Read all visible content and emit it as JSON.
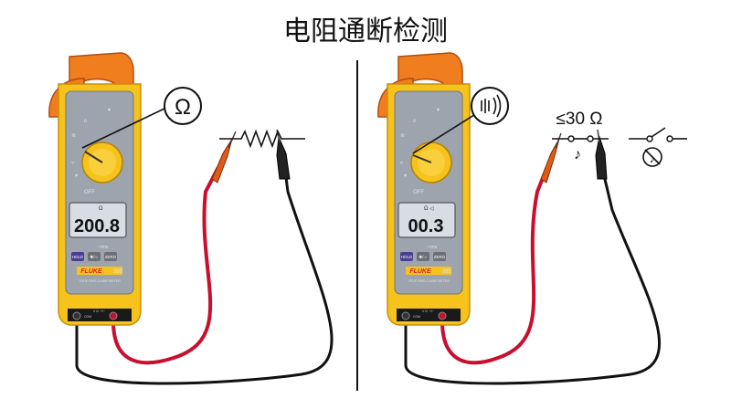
{
  "title": "电阻通断检测",
  "colors": {
    "meter_body": "#f6c31c",
    "meter_edge": "#d79a0a",
    "clamp_jaw": "#f07e1f",
    "panel_gray": "#9ea4ad",
    "lcd_bg": "#d8dde3",
    "button_purple": "#4a3f8f",
    "lead_red": "#c8102e",
    "lead_black": "#111111",
    "brand_red": "#d7262b"
  },
  "panels": [
    {
      "callout_symbol": "Ω",
      "callout_icon": "",
      "display_value": "200.8",
      "lcd_mode": "Ω",
      "component": "resistor",
      "annotation": ""
    },
    {
      "callout_symbol": "",
      "callout_icon": "continuity-beep-icon",
      "display_value": "00.3",
      "lcd_mode": "Ω  ◁",
      "component": "closed-switch-with-beep",
      "annotation": "≤30 Ω"
    }
  ],
  "meter": {
    "brand": "FLUKE",
    "model": "365",
    "subtitle": "TRUE RMS CLAMP METER",
    "buttons": [
      "HOLD",
      "✱/☼",
      "ZERO"
    ],
    "dial_off_label": "OFF",
    "jack_labels": [
      "COM",
      "V Ω ⊣⊢"
    ]
  }
}
